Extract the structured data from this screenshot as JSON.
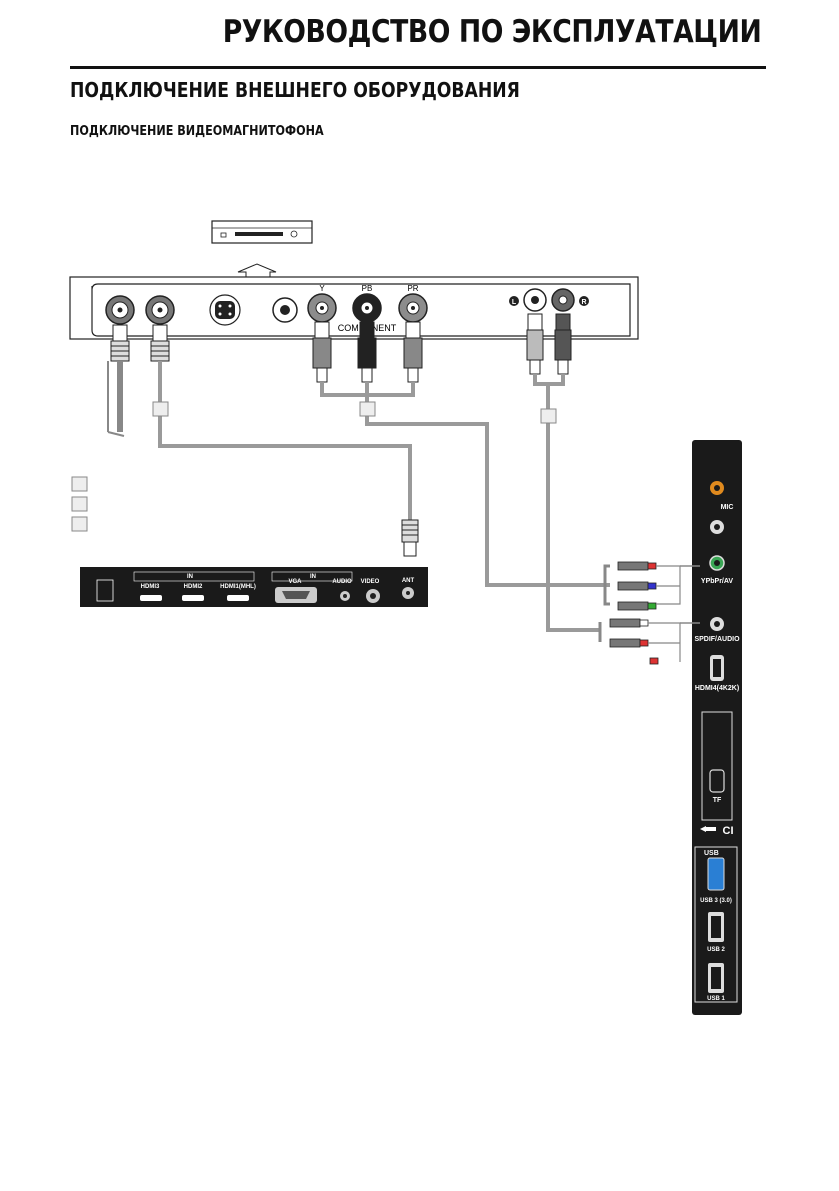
{
  "header": {
    "title": "РУКОВОДСТВО ПО ЭКСПЛУАТАЦИИ",
    "section": "ПОДКЛЮЧЕНИЕ ВНЕШНЕГО ОБОРУДОВАНИЯ",
    "subsection": "ПОДКЛЮЧЕНИЕ ВИДЕОМАГНИТОФОНА"
  },
  "vcr_panel": {
    "component_label": "COMPONENT",
    "jack_y": "Y",
    "jack_pb": "PB",
    "jack_pr": "PR",
    "jack_l": "L",
    "jack_r": "R"
  },
  "bottom_panel": {
    "in_label_1": "IN",
    "in_label_2": "IN",
    "hdmi3": "HDMI3",
    "hdmi2": "HDMI2",
    "hdmi1": "HDMI1(MHL)",
    "vga": "VGA",
    "audio": "AUDIO",
    "video": "VIDEO",
    "ant": "ANT"
  },
  "side_panel": {
    "mic": "MIC",
    "ypbpr_av": "YPbPr/AV",
    "spdif_audio": "SPDIF/AUDIO",
    "hdmi4": "HDMI4(4K2K)",
    "tf": "TF",
    "ci": "CI",
    "usb": "USB",
    "usb3": "USB 3 (3.0)",
    "usb2": "USB 2",
    "usb1": "USB 1"
  },
  "colors": {
    "cable_gray": "#9a9a9a",
    "usb3_blue": "#2a7fd4",
    "mic_orange": "#e08a1e",
    "av_green": "#3aa655"
  }
}
